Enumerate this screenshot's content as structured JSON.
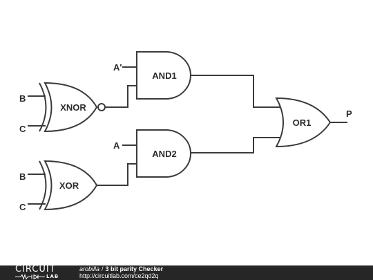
{
  "gates": {
    "xnor": "XNOR",
    "xor": "XOR",
    "and1": "AND1",
    "and2": "AND2",
    "or1": "OR1"
  },
  "inputs": {
    "b_top": "B",
    "c_top": "C",
    "b_bottom": "B",
    "c_bottom": "C",
    "a_prime": "A'",
    "a": "A"
  },
  "output": {
    "p": "P"
  },
  "footer": {
    "logo_top": "CIRCUIT",
    "logo_bottom": "LAB",
    "author": "arobilla",
    "separator": "/",
    "title": "3 bit parity Checker",
    "url": "http://circuitlab.com/ce2qd2q"
  },
  "colors": {
    "wire": "#3a3a3a",
    "footer_bg": "#262626"
  }
}
